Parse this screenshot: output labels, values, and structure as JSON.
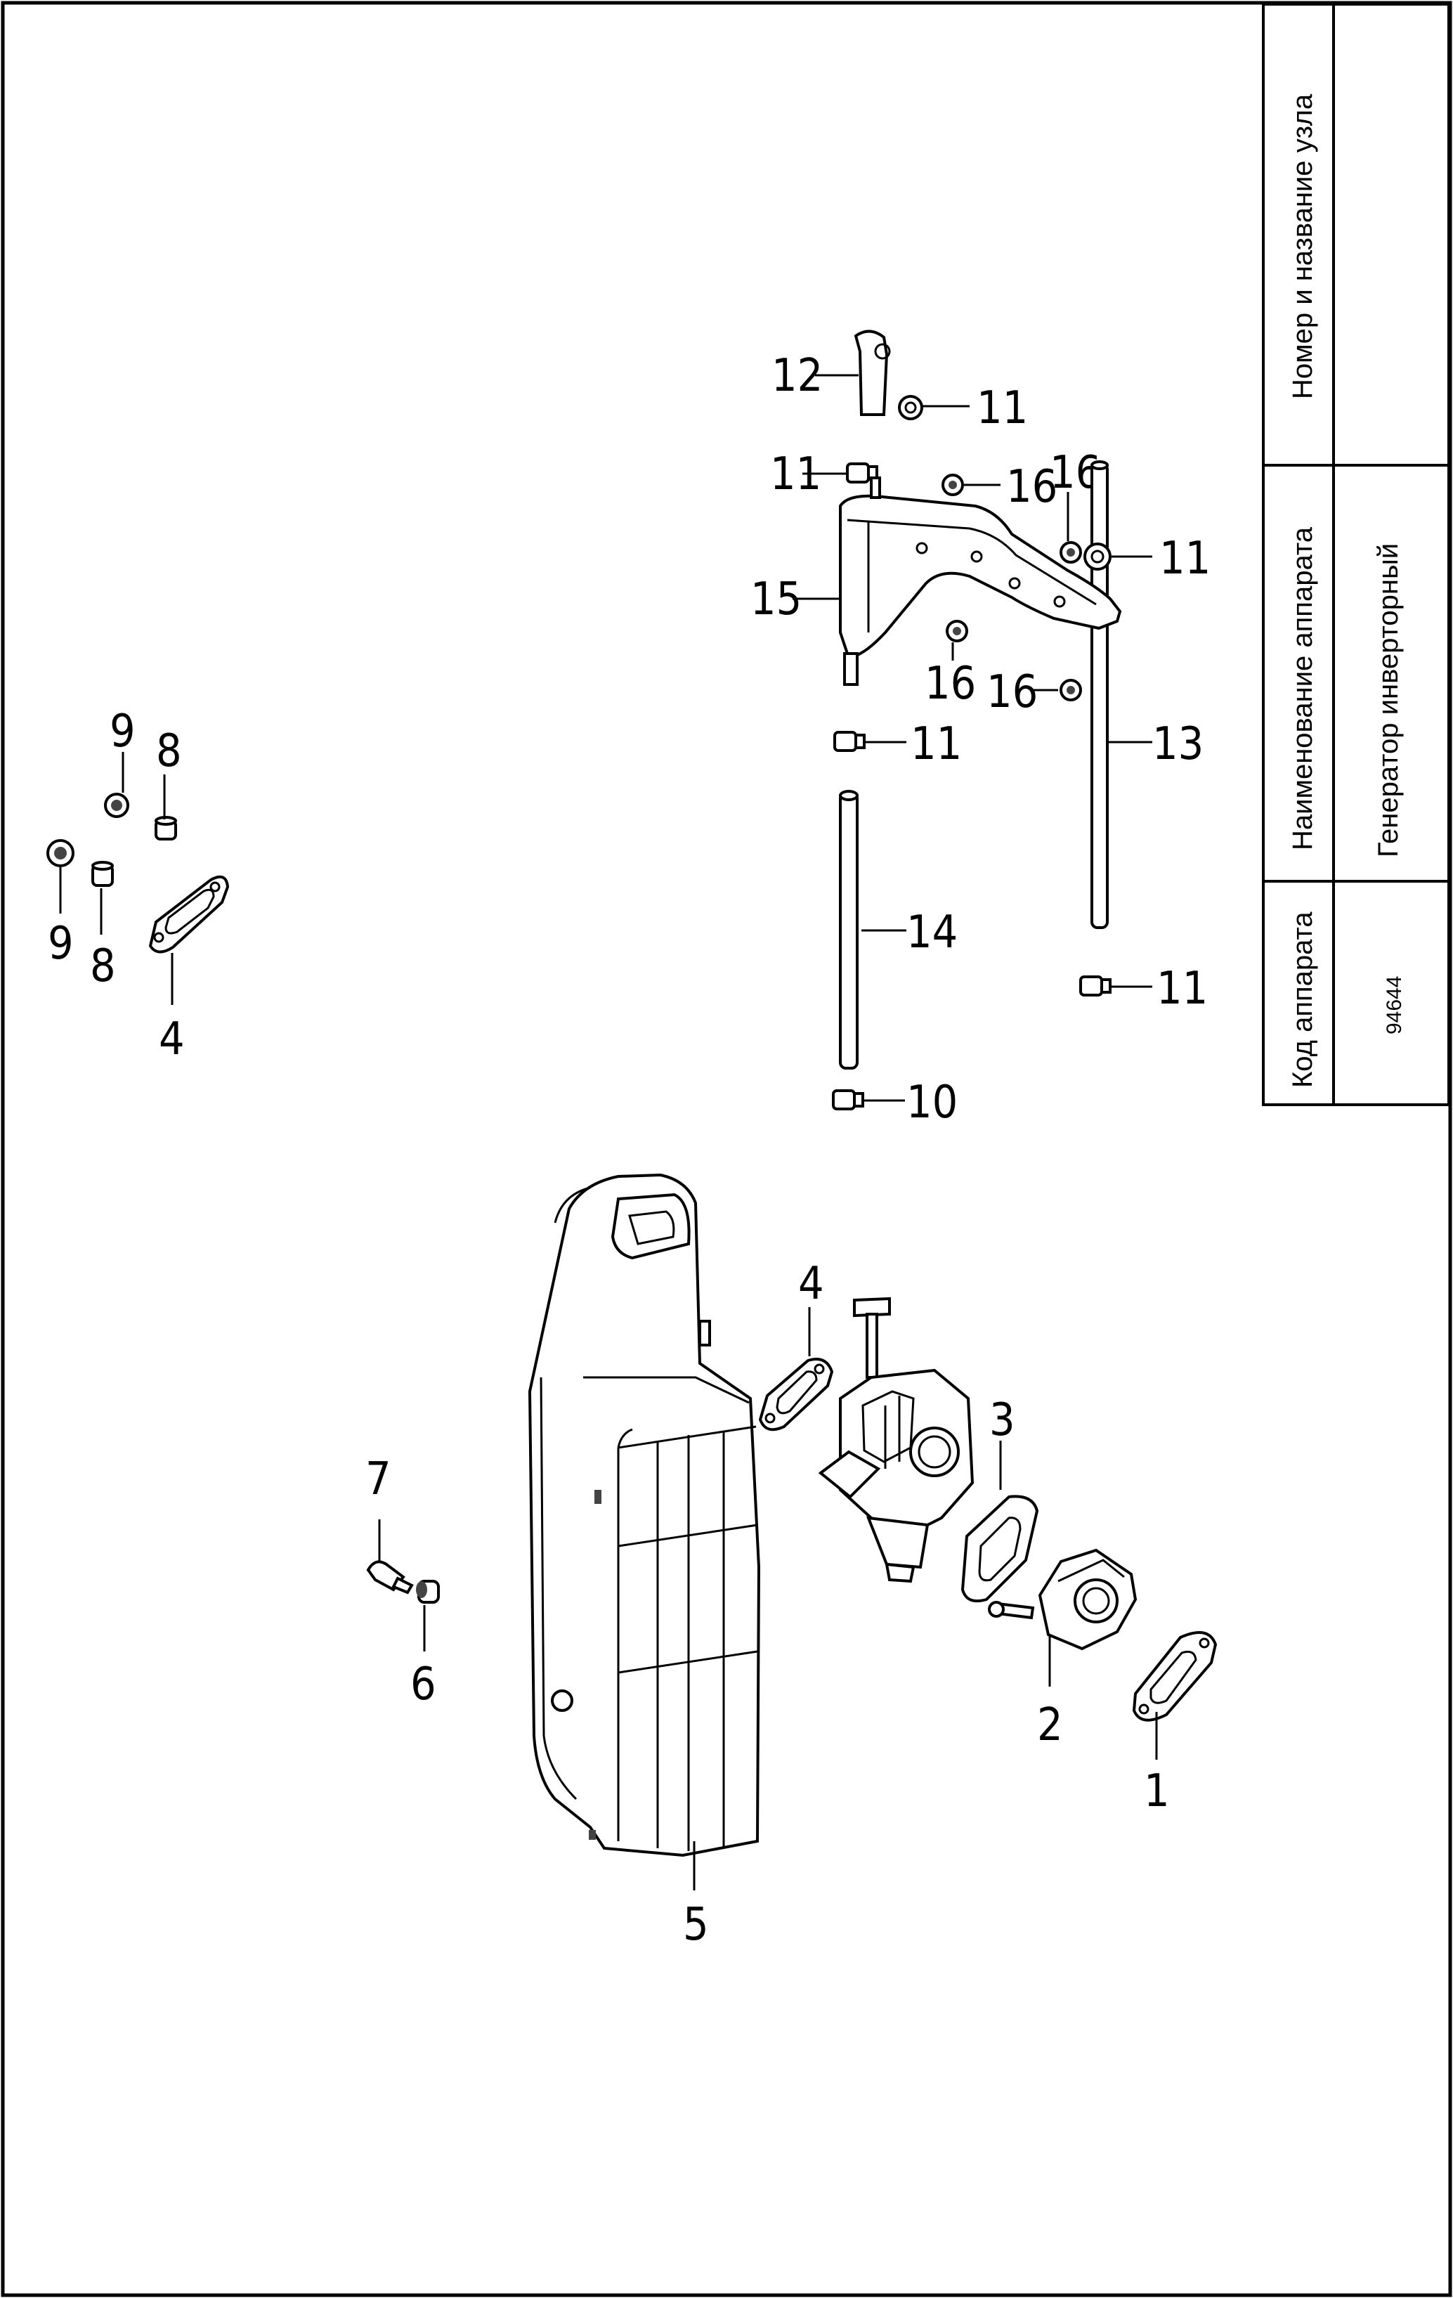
{
  "title_block": {
    "unit_header": "Номер и название узла",
    "unit_value": "",
    "name_header": "Наименование аппарата",
    "name_value": "Генератор инверторный",
    "code_header": "Код аппарата",
    "code_value": "94644"
  },
  "callouts": {
    "c1": "1",
    "c2": "2",
    "c3": "3",
    "c4_carb": "4",
    "c4_left": "4",
    "c5": "5",
    "c6": "6",
    "c7": "7",
    "c8_top": "8",
    "c8_bottom": "8",
    "c9_top": "9",
    "c9_bottom": "9",
    "c10": "10",
    "c11_top": "11",
    "c11_left": "11",
    "c11_right": "11",
    "c11_mid": "11",
    "c11_low": "11",
    "c12": "12",
    "c13": "13",
    "c14": "14",
    "c15": "15",
    "c16_a": "16",
    "c16_b": "16",
    "c16_c": "16",
    "c16_d": "16"
  }
}
